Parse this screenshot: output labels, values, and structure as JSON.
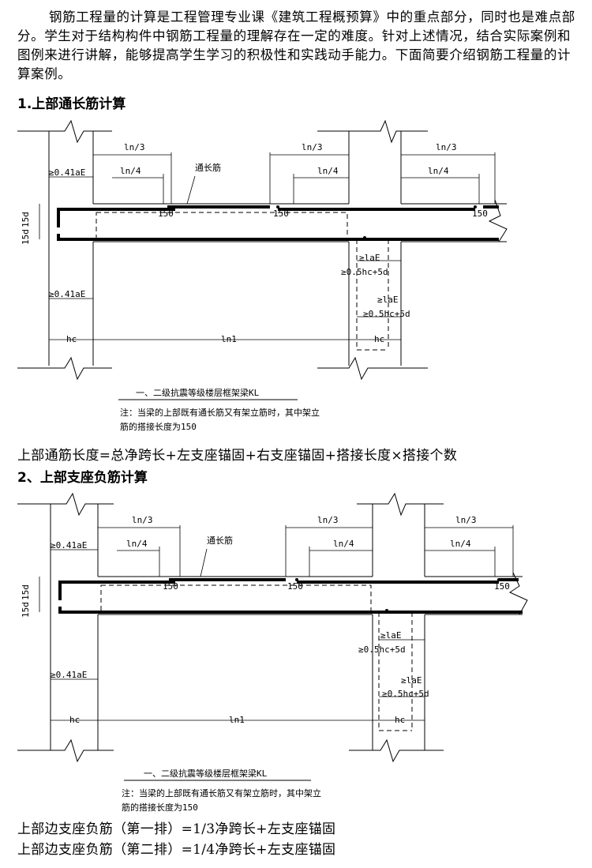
{
  "intro": "钢筋工程量的计算是工程管理专业课《建筑工程概预算》中的重点部分，同时也是难点部分。学生对于结构构件中钢筋工程量的理解存在一定的难度。针对上述情况，结合实际案例和图例来进行讲解，能够提高学生学习的积极性和实践动手能力。下面简要介绍钢筋工程量的计算案例。",
  "section1": {
    "heading": "1.上部通长筋计算",
    "formula": "上部通筋长度=总净跨长+左支座锚固+右支座锚固+搭接长度×搭接个数"
  },
  "section2": {
    "heading": "2、上部支座负筋计算",
    "formula1": "上部边支座负筋（第一排）=1/3净跨长+左支座锚固",
    "formula2": "上部边支座负筋（第二排）=1/4净跨长+左支座锚固"
  },
  "diagram": {
    "ln3": "ln/3",
    "ln4": "ln/4",
    "through_bar": "通长筋",
    "anchor_04": "≥0.41aE",
    "lap_150": "150",
    "d15": "15d",
    "lae": "≥laE",
    "half_hc": "≥0.5hc+5d",
    "hc": "hc",
    "ln1": "ln1",
    "caption_title": "一、二级抗震等级楼层框架梁KL",
    "note_line1": "注：当梁的上部既有通长筋又有架立筋时，其中架立",
    "note_line2": "筋的搭接长度为150"
  }
}
